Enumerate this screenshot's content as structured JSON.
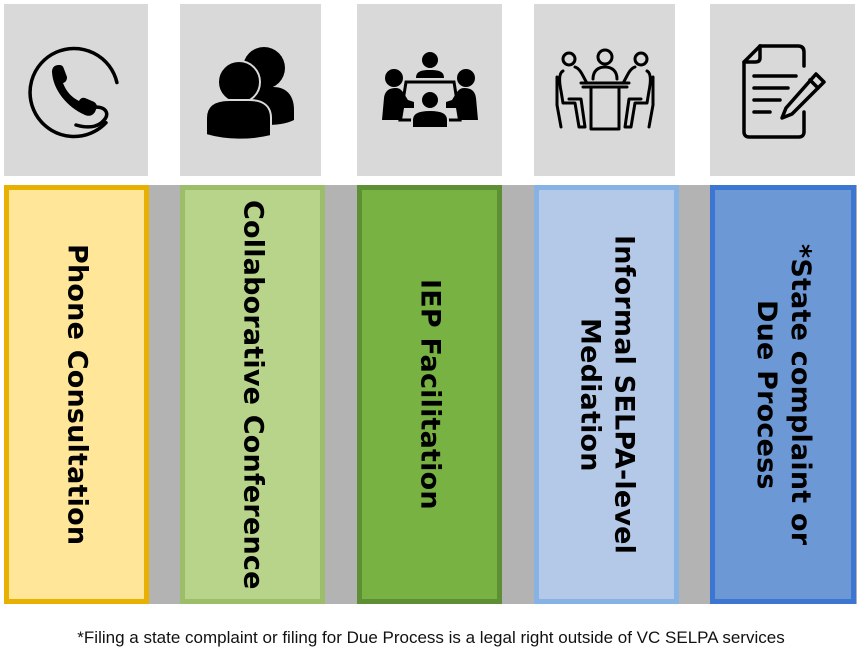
{
  "steps": [
    {
      "icon": "phone-icon",
      "label": "Phone Consultation",
      "fill": "#ffe699",
      "border": "#e8b000"
    },
    {
      "icon": "people-icon",
      "label": "Collaborative Conference",
      "fill": "#b7d48a",
      "border": "#9cbd6a"
    },
    {
      "icon": "meeting-table-icon",
      "label": "IEP Facilitation",
      "fill": "#77b243",
      "border": "#5f8f34"
    },
    {
      "icon": "mediation-table-icon",
      "label": "Informal SELPA-level\nMediation",
      "fill": "#b4c9e8",
      "border": "#86b3e3"
    },
    {
      "icon": "document-pen-icon",
      "label": "*State complaint or\nDue Process",
      "fill": "#6c99d6",
      "border": "#3c76d1"
    }
  ],
  "footnote": "*Filing a state complaint or filing for Due Process is a legal right outside of VC SELPA services"
}
